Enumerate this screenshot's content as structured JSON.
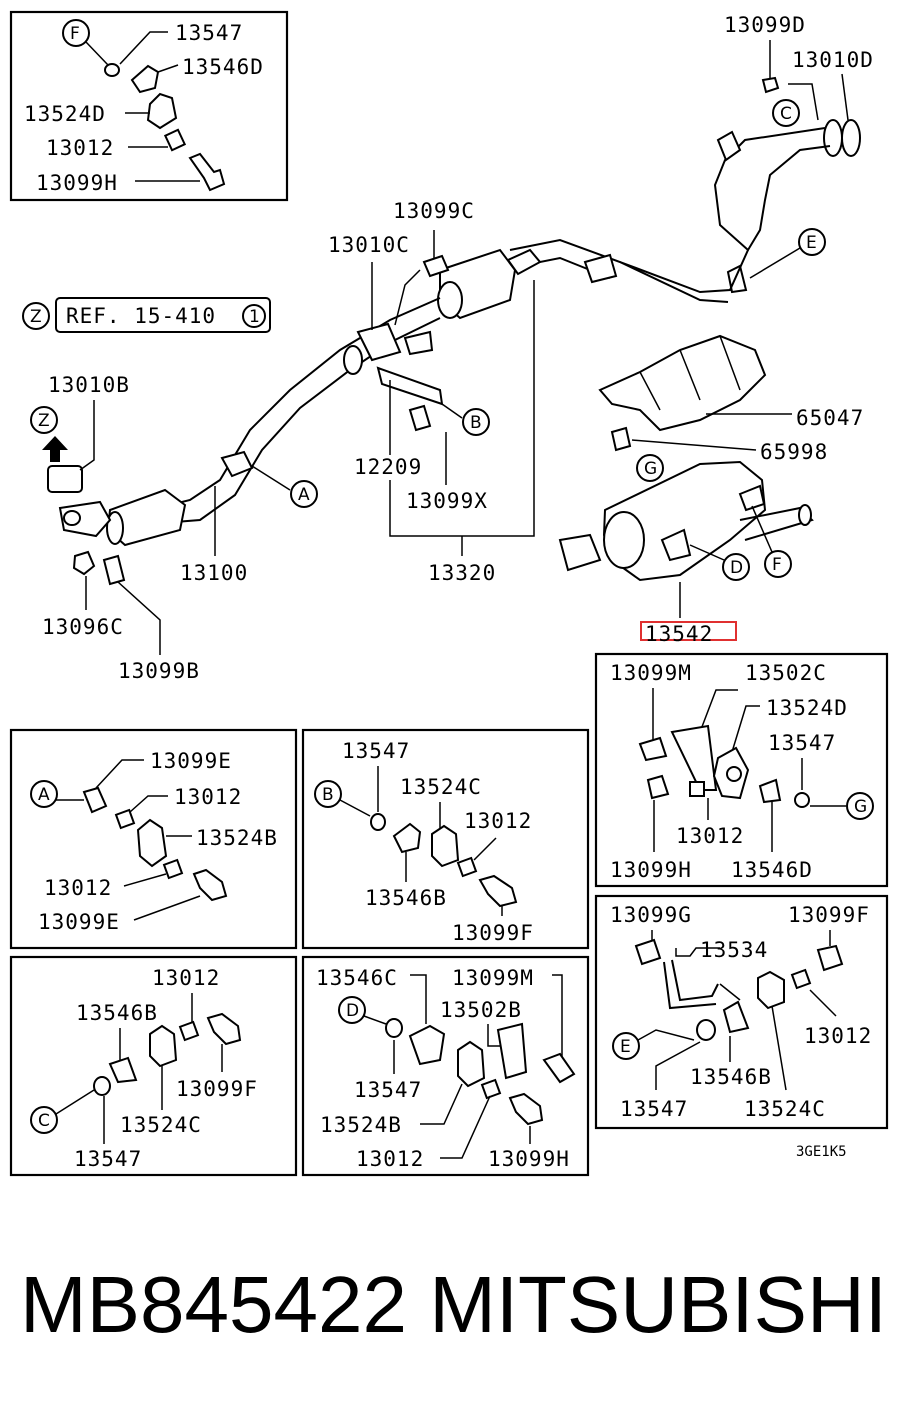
{
  "labels": {
    "l13547_a": "13547",
    "l13546d_a": "13546D",
    "l13524d_a": "13524D",
    "l13012_a": "13012",
    "l13099h_a": "13099H",
    "l13099d": "13099D",
    "l13010d": "13010D",
    "l13099c": "13099C",
    "l13010c": "13010C",
    "ref": "REF. 15-410",
    "l13010b": "13010B",
    "l65047": "65047",
    "l65998": "65998",
    "l12209": "12209",
    "l13099x": "13099X",
    "l13100": "13100",
    "l13320": "13320",
    "l13096c": "13096C",
    "l13099b": "13099B",
    "l13542": "13542",
    "l13099m_a": "13099M",
    "l13502c": "13502C",
    "l13524d_b": "13524D",
    "l13547_b": "13547",
    "l13012_b": "13012",
    "l13099h_b": "13099H",
    "l13546d_b": "13546D",
    "l13099e_a": "13099E",
    "l13012_c": "13012",
    "l13524b_a": "13524B",
    "l13012_d": "13012",
    "l13099e_b": "13099E",
    "l13547_c": "13547",
    "l13524c_a": "13524C",
    "l13012_e": "13012",
    "l13546b_a": "13546B",
    "l13099f_a": "13099F",
    "l13099g": "13099G",
    "l13099f_b": "13099F",
    "l13534": "13534",
    "l13012_f": "13012",
    "l13546b_b": "13546B",
    "l13547_d": "13547",
    "l13524c_b": "13524C",
    "l13012_g": "13012",
    "l13546b_c": "13546B",
    "l13099f_c": "13099F",
    "l13524c_c": "13524C",
    "l13547_e": "13547",
    "l13546c": "13546C",
    "l13099m_b": "13099M",
    "l13502b": "13502B",
    "l13547_f": "13547",
    "l13524b_b": "13524B",
    "l13012_h": "13012",
    "l13099h_c": "13099H",
    "code": "3GE1K5"
  },
  "circles": {
    "F": "F",
    "C": "C",
    "E": "E",
    "Z": "Z",
    "A": "A",
    "B": "B",
    "G": "G",
    "D": "D",
    "one": "1"
  },
  "highlight_color": "#e03030",
  "footer": {
    "part_number": "MB845422",
    "brand": "MITSUBISHI"
  }
}
